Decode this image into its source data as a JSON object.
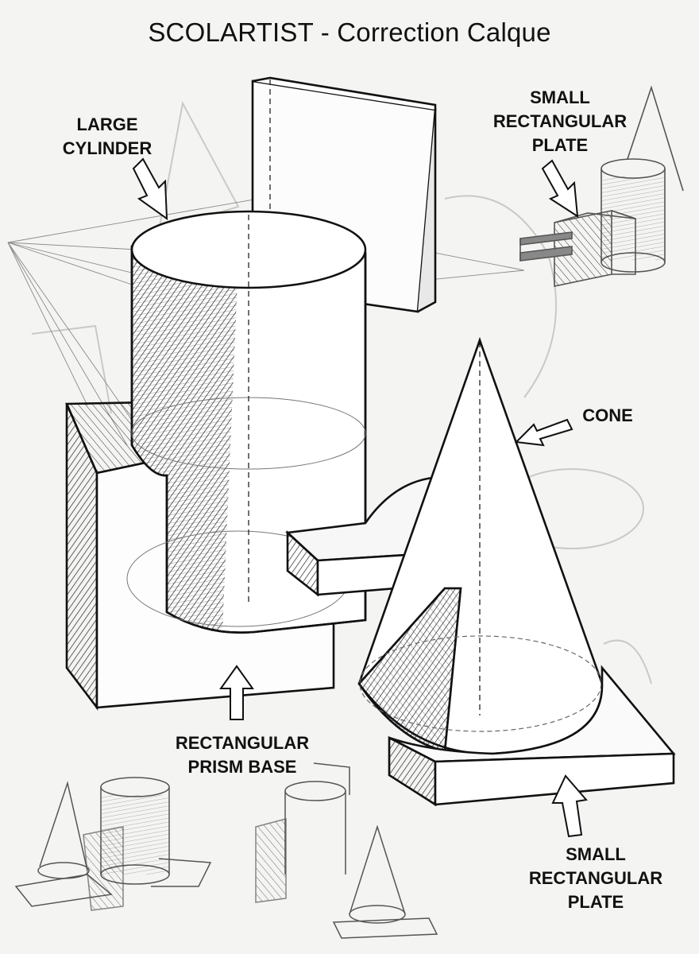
{
  "title": "SCOLARTIST - Correction Calque",
  "labels": {
    "large_cylinder": [
      "LARGE",
      "CYLINDER"
    ],
    "small_plate_top": [
      "SMALL",
      "RECTANGULAR",
      "PLATE"
    ],
    "cone": [
      "CONE"
    ],
    "prism_base": [
      "RECTANGULAR",
      "PRISM BASE"
    ],
    "small_plate_bottom": [
      "SMALL",
      "RECTANGULAR",
      "PLATE"
    ]
  },
  "colors": {
    "ink": "#111111",
    "paper": "#f4f4f2",
    "sketch": "#9a9a9a"
  }
}
